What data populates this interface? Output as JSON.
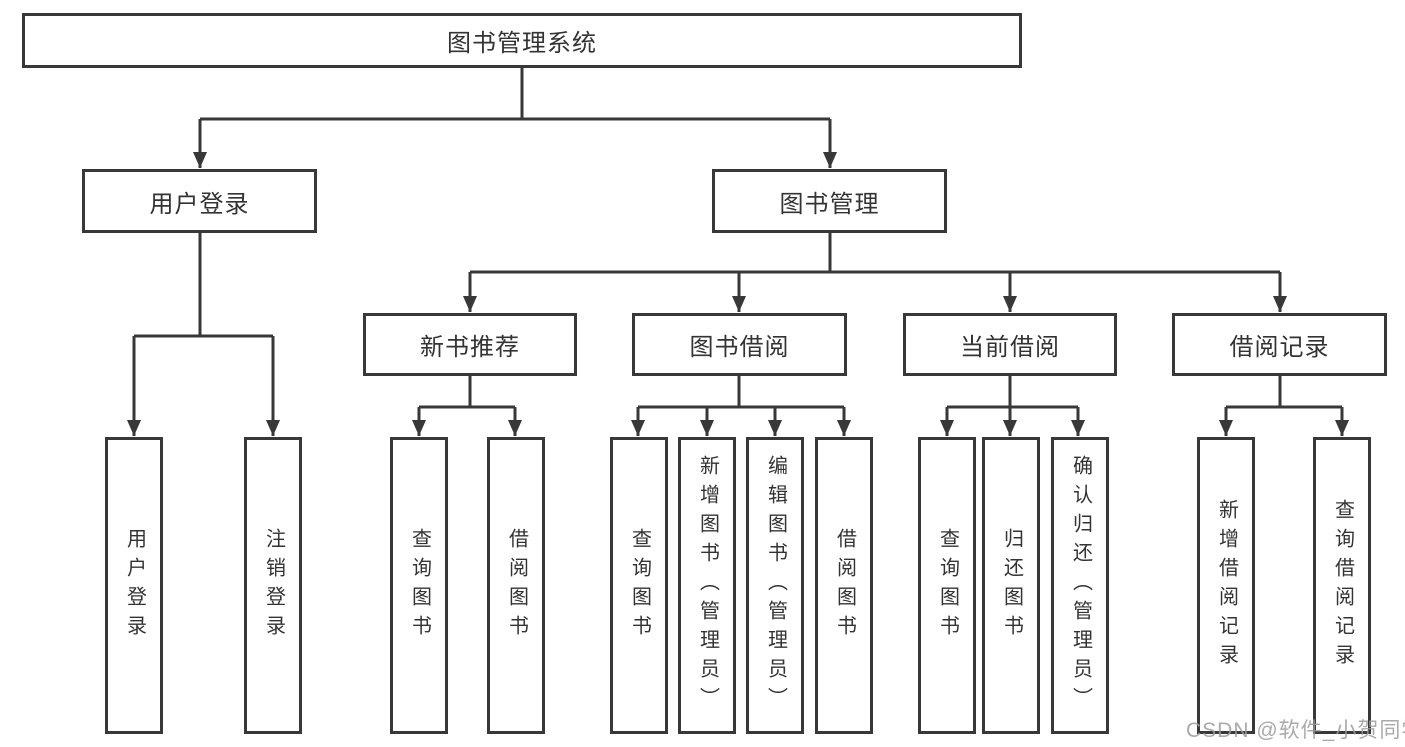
{
  "diagram": {
    "root_label": "图书管理系统",
    "level2": [
      {
        "label": "用户登录",
        "children": [
          "用户登录",
          "注销登录"
        ]
      },
      {
        "label": "图书管理",
        "groups": [
          {
            "label": "新书推荐",
            "children": [
              "查询图书",
              "借阅图书"
            ]
          },
          {
            "label": "图书借阅",
            "children": [
              "查询图书",
              "新增图书（管理员）",
              "编辑图书（管理员）",
              "借阅图书"
            ]
          },
          {
            "label": "当前借阅",
            "children": [
              "查询图书",
              "归还图书",
              "确认归还（管理员）"
            ]
          },
          {
            "label": "借阅记录",
            "children": [
              "新增借阅记录",
              "查询借阅记录"
            ]
          }
        ]
      }
    ],
    "watermark": "CSDN @软件_小贺同学",
    "colors": {
      "line": "#383838",
      "box_border": "#383838",
      "text": "#333333",
      "box_background": "#ffffff",
      "page_background": "#ffffff",
      "watermark": "#9c9c9c"
    }
  }
}
